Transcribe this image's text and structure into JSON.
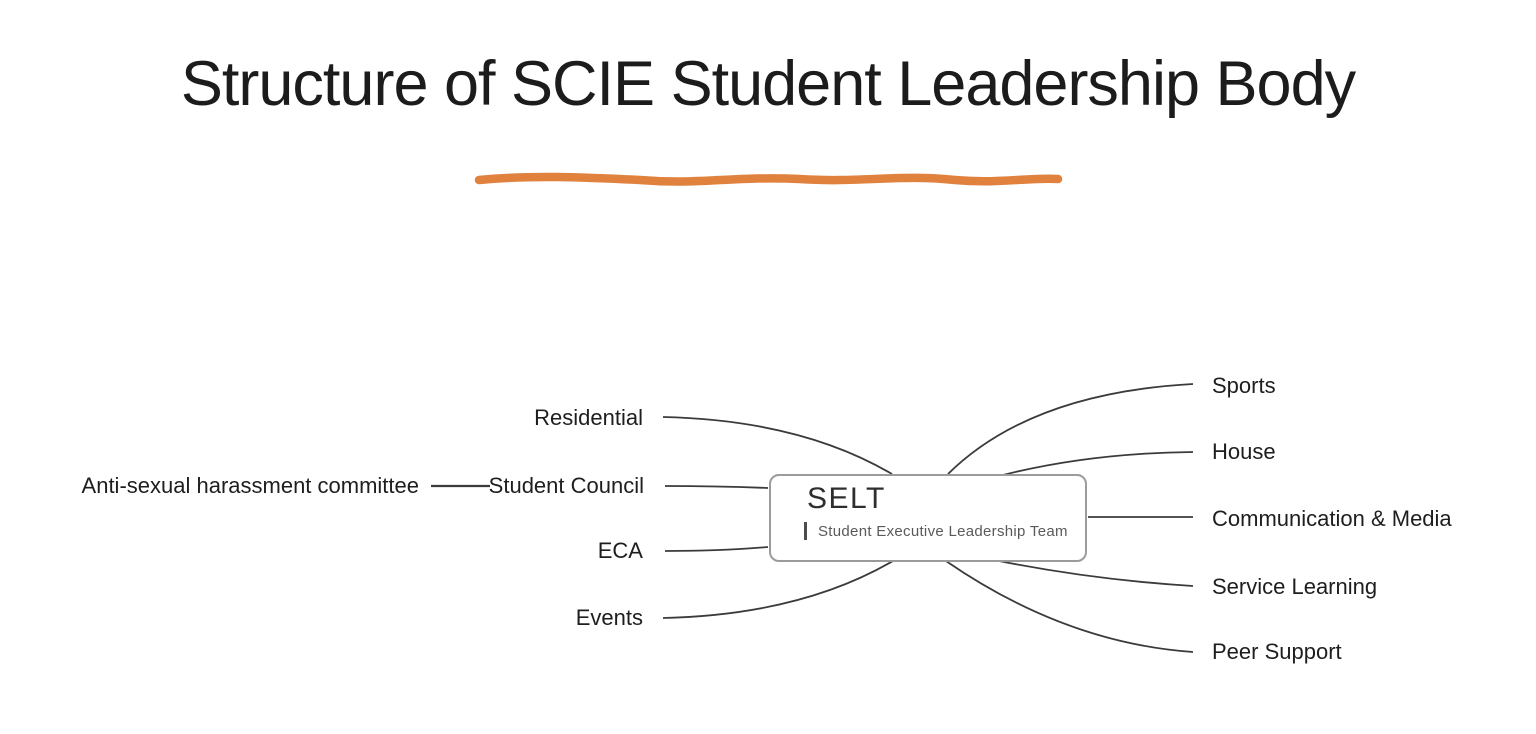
{
  "slide": {
    "title": "Structure of SCIE Student Leadership Body",
    "accent_color": "#E0823E"
  },
  "mindmap": {
    "line_color": "#3b3b3b",
    "center": {
      "title": "SELT",
      "subtitle": "Student Executive Leadership Team"
    },
    "left_branches": [
      "Residential",
      "Student Council",
      "ECA",
      "Events"
    ],
    "right_branches": [
      "Sports",
      "House",
      "Communication & Media",
      "Service Learning",
      "Peer Support"
    ],
    "sub_branch": {
      "label": "Anti-sexual harassment committee",
      "connects_to": "Student Council"
    }
  }
}
